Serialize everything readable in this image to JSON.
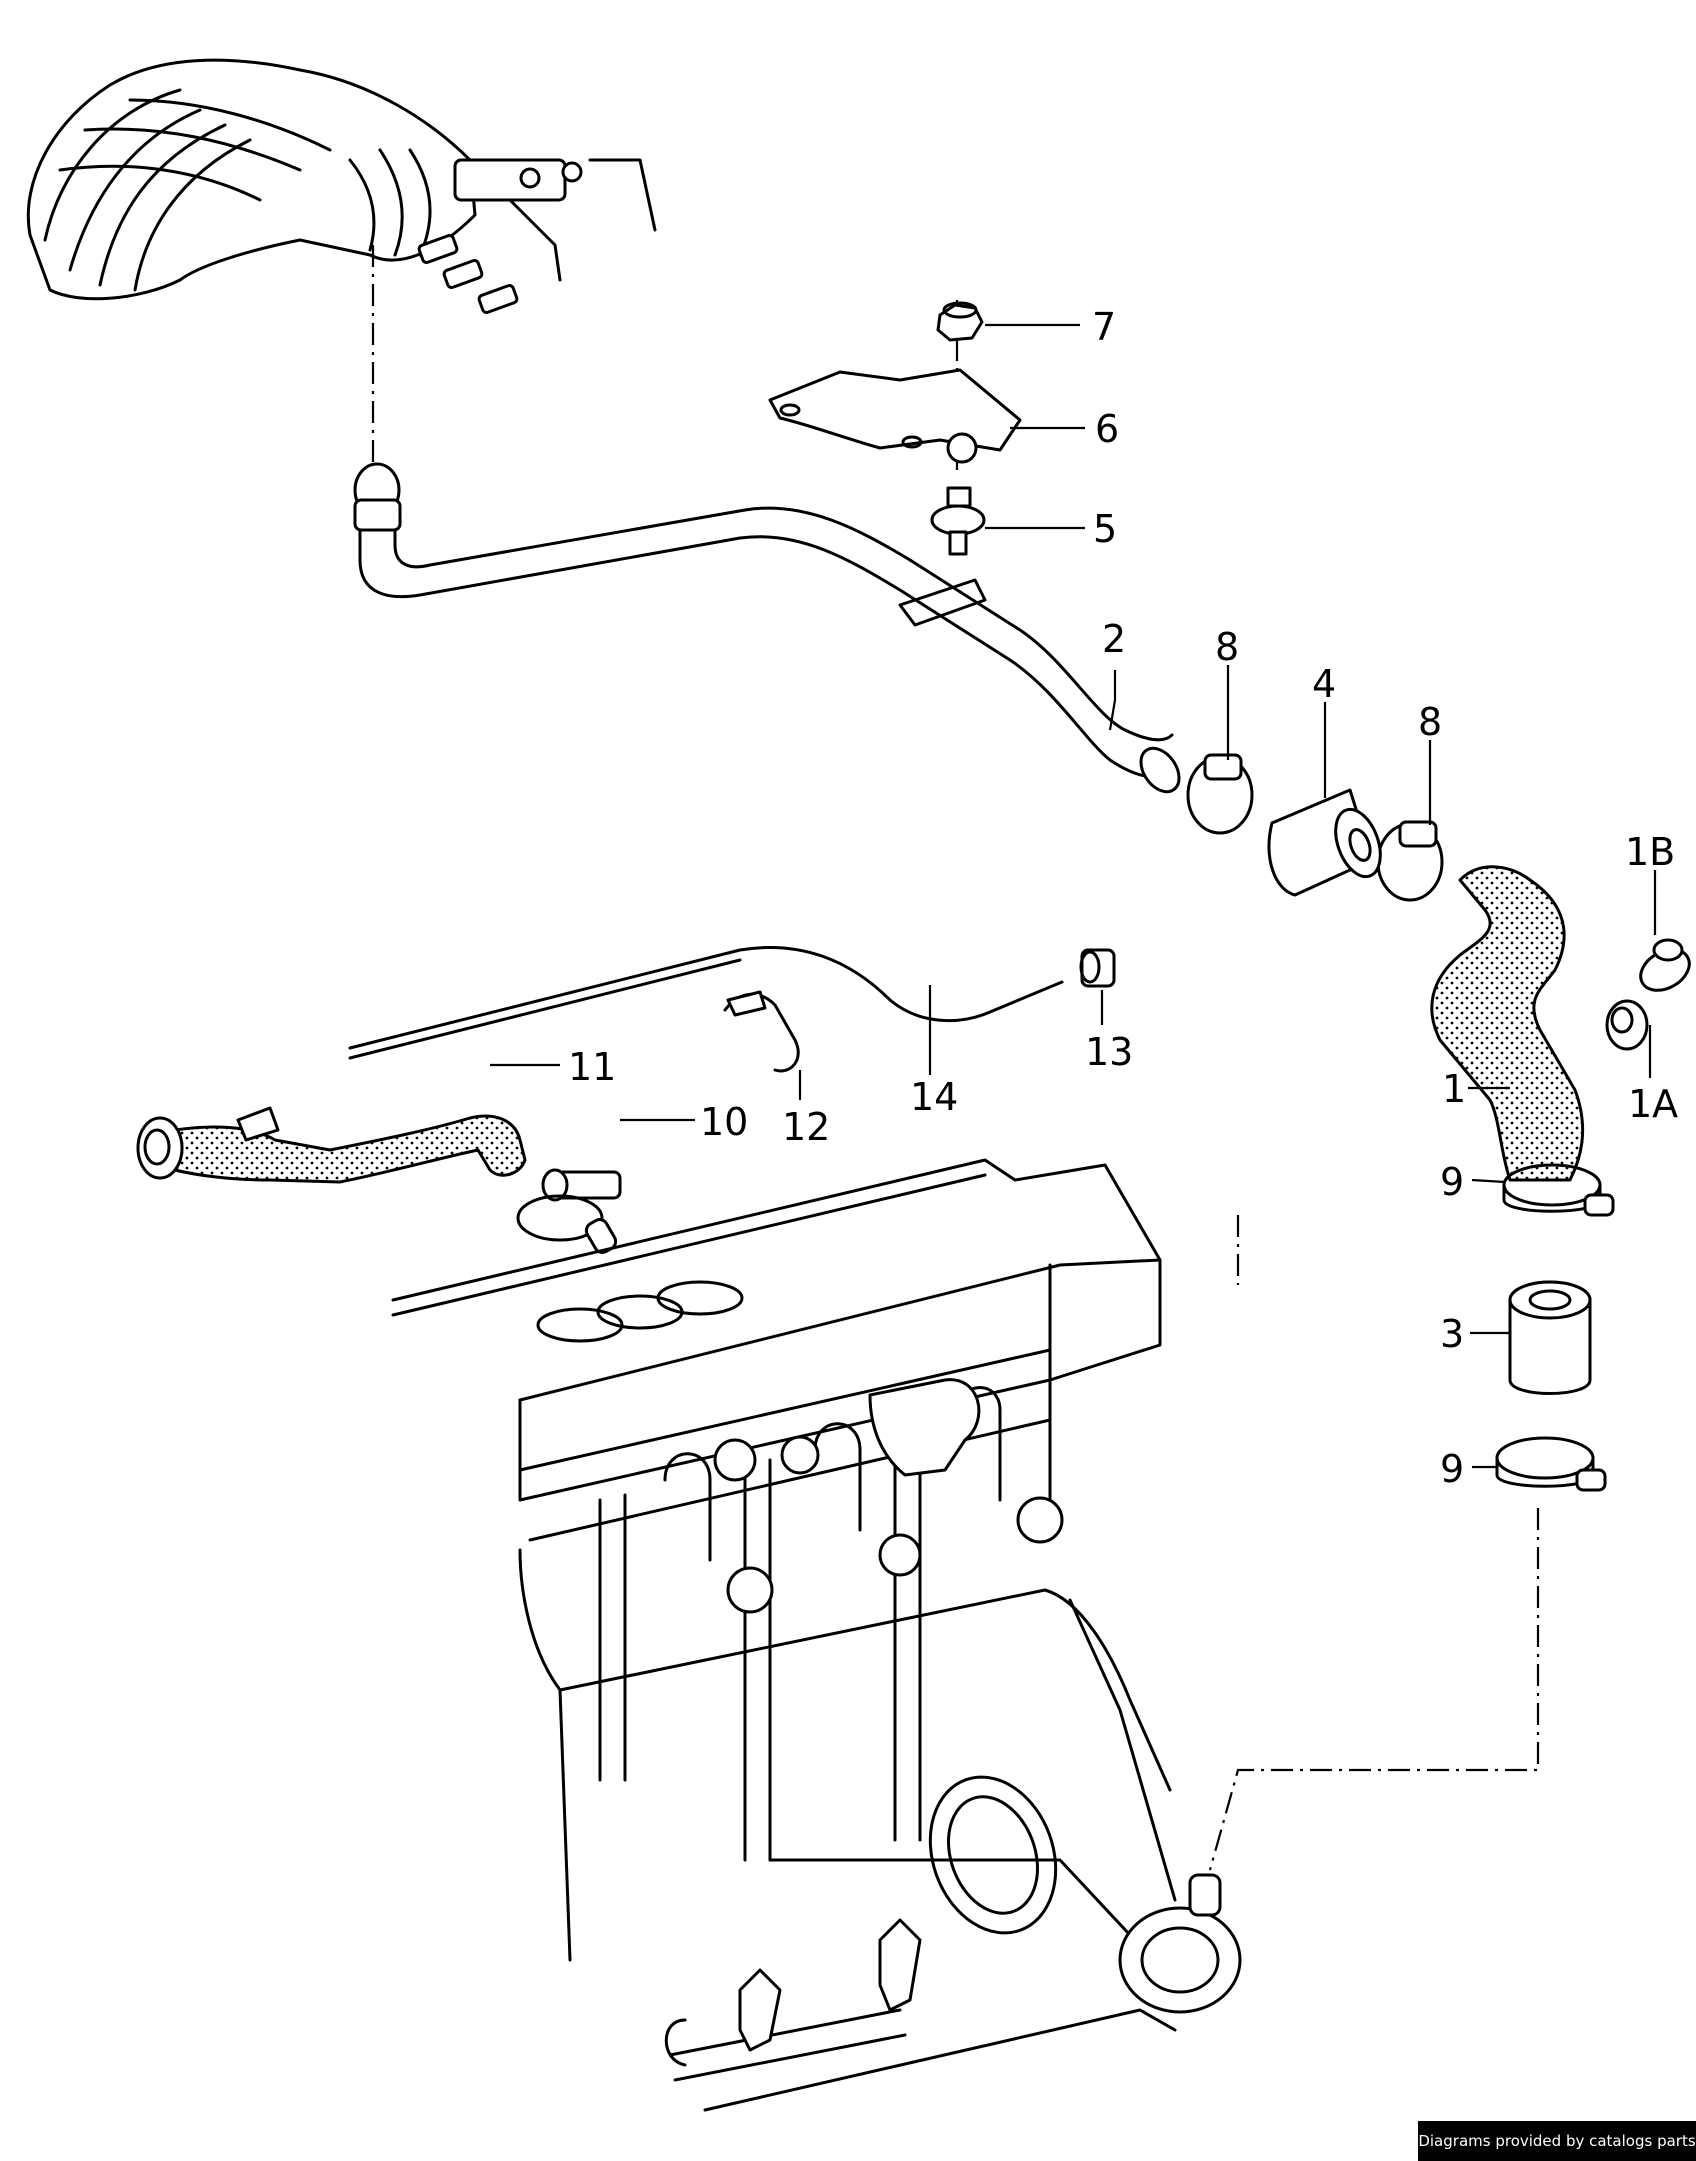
{
  "callouts": [
    {
      "id": "7",
      "text": "7"
    },
    {
      "id": "6",
      "text": "6"
    },
    {
      "id": "5",
      "text": "5"
    },
    {
      "id": "2",
      "text": "2"
    },
    {
      "id": "8a",
      "text": "8"
    },
    {
      "id": "4",
      "text": "4"
    },
    {
      "id": "8b",
      "text": "8"
    },
    {
      "id": "1B",
      "text": "1B"
    },
    {
      "id": "1A",
      "text": "1A"
    },
    {
      "id": "1",
      "text": "1"
    },
    {
      "id": "9a",
      "text": "9"
    },
    {
      "id": "3",
      "text": "3"
    },
    {
      "id": "9b",
      "text": "9"
    },
    {
      "id": "11",
      "text": "11"
    },
    {
      "id": "10",
      "text": "10"
    },
    {
      "id": "12",
      "text": "12"
    },
    {
      "id": "14",
      "text": "14"
    },
    {
      "id": "13",
      "text": "13"
    }
  ],
  "credit": "Diagrams provided by catalogs parts"
}
